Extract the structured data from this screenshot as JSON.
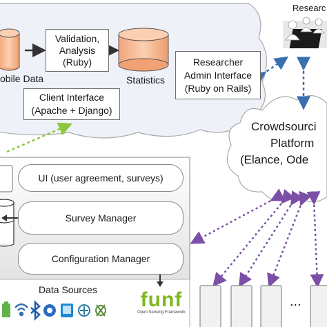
{
  "server": {
    "mobile_data_label": "obile Data",
    "validation_box": [
      "Validation,",
      "Analysis",
      "(Ruby)"
    ],
    "statistics_label": "Statistics",
    "researcher_admin_box": [
      "Researcher",
      "Admin Interface",
      "(Ruby on Rails)"
    ],
    "client_interface_box": [
      "Client Interface",
      "(Apache + Django)"
    ]
  },
  "researcher": {
    "label": "Researc"
  },
  "crowdsourcing": {
    "lines": [
      "Crowdsourci",
      "Platform",
      "(Elance, Ode"
    ]
  },
  "phone_app": {
    "ui_label": "UI (user agreement, surveys)",
    "survey_manager_label": "Survey Manager",
    "configuration_manager_label": "Configuration Manager",
    "data_sources_label": "Data Sources",
    "funf_logo_text": "funf",
    "funf_tagline": "Open Sensing Framework",
    "source_icons": [
      "battery-icon",
      "wifi-icon",
      "bluetooth-icon",
      "location-icon",
      "screen-icon",
      "accelerometer-icon",
      "phone-icon"
    ]
  },
  "workers": {
    "ellipsis": "..."
  },
  "colors": {
    "server_cloud": "#eef1f7",
    "arrow_blue": "#3a6fb0",
    "arrow_green": "#8dc63f",
    "arrow_purple": "#7b4fa6",
    "cylinder_orange": "#f6b48a",
    "funf_green": "#7fb71f"
  }
}
